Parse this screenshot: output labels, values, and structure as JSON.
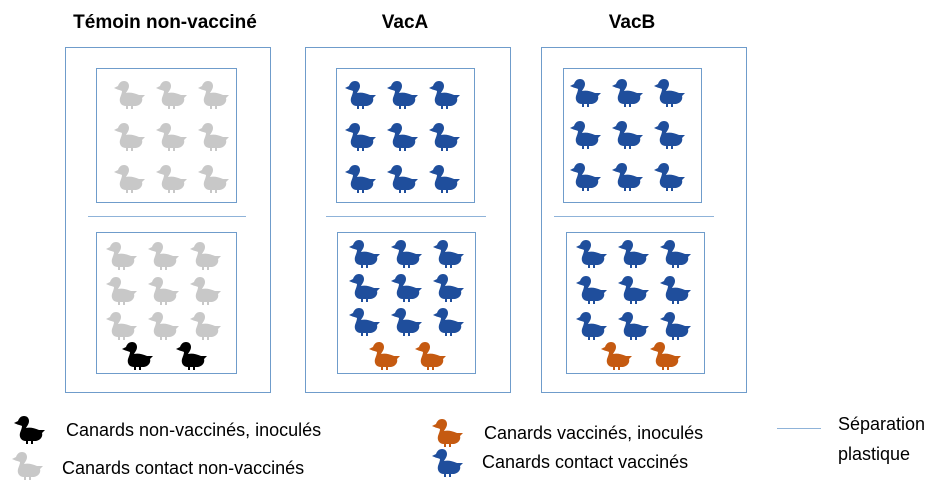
{
  "groups": [
    {
      "title": "Témoin non-vacciné"
    },
    {
      "title": "VacA"
    },
    {
      "title": "VacB"
    }
  ],
  "colors": {
    "grey": "#c8c8c8",
    "blue": "#1f4e9c",
    "orange": "#c55a11",
    "black": "#000000",
    "frame": "#6f9ccb",
    "separation": "#8fb3d9"
  },
  "legend": {
    "black": "Canards non-vaccinés, inoculés",
    "grey": "Canards contact non-vaccinés",
    "orange": "Canards vaccinés, inoculés",
    "blue": "Canards contact vaccinés",
    "separation_line1": "Séparation",
    "separation_line2": "plastique"
  }
}
